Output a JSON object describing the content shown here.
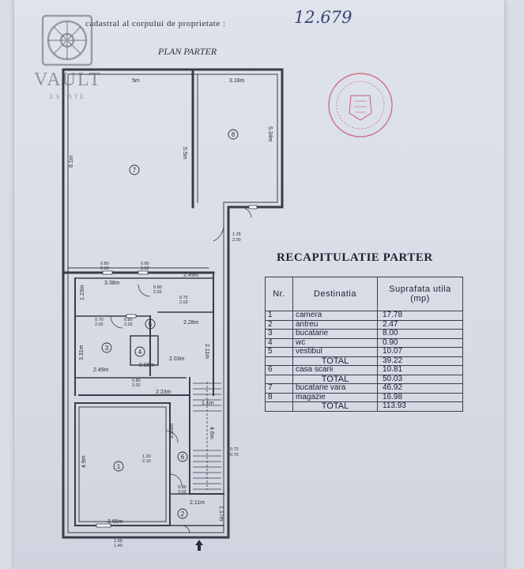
{
  "header": {
    "cadastral_text": "cadastral al corpului de proprietate :",
    "cadastral_number": "12.679",
    "plan_title": "PLAN PARTER"
  },
  "watermark": {
    "brand": "VAULT",
    "subtitle": "ESTATE"
  },
  "plan": {
    "dimensions": [
      "5m",
      "3.18m",
      "5.5m",
      "5.34m",
      "8.1m",
      "1.23m",
      "3.38m",
      "2.49m",
      "2.28m",
      "3.31m",
      "2.49m",
      "2.03m",
      "2.11m",
      "0.95m",
      "2.23m",
      "1.1m",
      "4.6m",
      "4.9m",
      "3.83m",
      "3.66m",
      "2.11m",
      "1.17m"
    ],
    "door_sizes": [
      "1.25",
      "2.00",
      "0.80",
      "2.02",
      "0.80",
      "2.02",
      "0.80",
      "2.02",
      "0.75",
      "2.02",
      "0.70",
      "2.02",
      "0.80",
      "2.02",
      "0.80",
      "2.02",
      "1.20",
      "2.10",
      "0.72",
      "0.70",
      "0.80",
      "2.02",
      "1.00",
      "1.40"
    ],
    "room_numbers": [
      "7",
      "8",
      "5",
      "3",
      "4",
      "1",
      "6",
      "2"
    ]
  },
  "recap": {
    "title": "RECAPITULATIE PARTER",
    "headers": [
      "Nr.",
      "Destinatia",
      "Suprafata utila (mp)"
    ],
    "rows": [
      [
        "1",
        "camera",
        "17.78"
      ],
      [
        "2",
        "antreu",
        "2.47"
      ],
      [
        "3",
        "bucatarie",
        "8.00"
      ],
      [
        "4",
        "wc",
        "0.90"
      ],
      [
        "5",
        "vestibul",
        "10.07"
      ],
      [
        "",
        "TOTAL",
        "39.22"
      ],
      [
        "6",
        "casa scarii",
        "10.81"
      ],
      [
        "",
        "TOTAL",
        "50.03"
      ],
      [
        "7",
        "bucatarie vara",
        "46.92"
      ],
      [
        "8",
        "magazie",
        "16.98"
      ],
      [
        "",
        "TOTAL",
        "113.93"
      ]
    ]
  },
  "colors": {
    "walls": "#3a3c48",
    "stamp": "#c0445c",
    "handwriting": "#3a4570"
  }
}
